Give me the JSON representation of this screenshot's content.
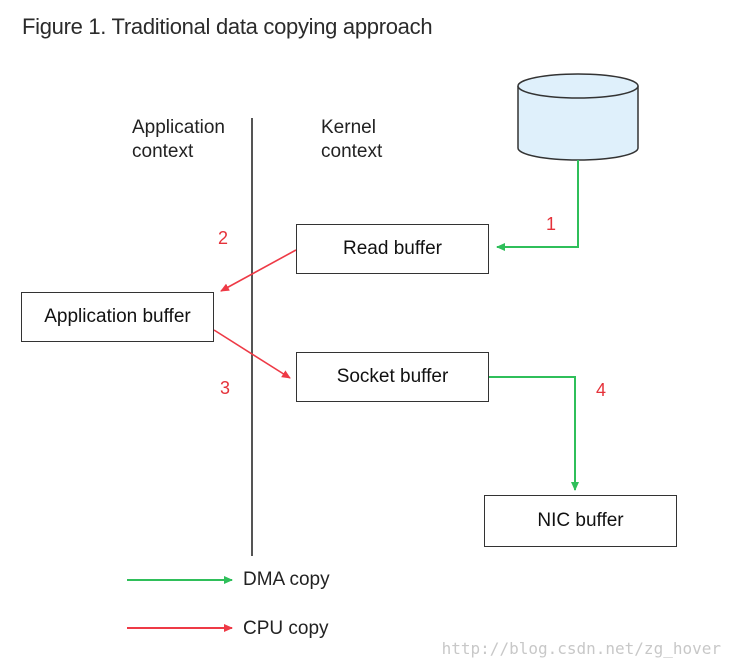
{
  "title": "Figure 1. Traditional data copying approach",
  "contexts": {
    "application": [
      "Application",
      "context"
    ],
    "kernel": [
      "Kernel",
      "context"
    ]
  },
  "boxes": {
    "read_buffer": "Read buffer",
    "application_buffer": "Application buffer",
    "socket_buffer": "Socket buffer",
    "nic_buffer": "NIC buffer"
  },
  "steps": {
    "step1": "1",
    "step2": "2",
    "step3": "3",
    "step4": "4"
  },
  "legend": {
    "dma": "DMA copy",
    "cpu": "CPU copy"
  },
  "colors": {
    "dma": "#2fbf5a",
    "cpu": "#ee3a46",
    "disk_fill": "#dff0fb"
  },
  "watermark": "http://blog.csdn.net/zg_hover"
}
